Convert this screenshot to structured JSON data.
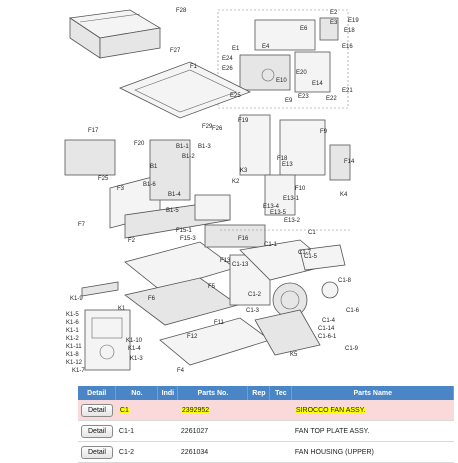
{
  "diagram": {
    "labels": [
      "F27",
      "F1",
      "F17",
      "F20",
      "F29",
      "F25",
      "F3",
      "F7",
      "F2",
      "F26",
      "B1",
      "B1-1",
      "B1-2",
      "B1-3",
      "B1-6",
      "B1-4",
      "B1-5",
      "K2",
      "K3",
      "F19",
      "F18",
      "F9",
      "F14",
      "K4",
      "F10",
      "E13",
      "E13-1",
      "E13-2",
      "E13-4",
      "E13-5",
      "F16",
      "F15-1",
      "F15-3",
      "F13",
      "F6",
      "F5",
      "F11",
      "F12",
      "F4",
      "F28",
      "E2",
      "E3",
      "E19",
      "E18",
      "E16",
      "E1",
      "E25",
      "E20",
      "E4",
      "E6",
      "E26",
      "E24",
      "E10",
      "E14",
      "E21",
      "E23",
      "E9",
      "E22",
      "C1",
      "C1-1",
      "C1-2",
      "C1-3",
      "C1-4",
      "C1-5",
      "C1-6",
      "C1-7",
      "C1-8",
      "C1-13",
      "C1-14",
      "C1-6-1",
      "C1-9",
      "K5",
      "K1",
      "K1-6",
      "K1-5",
      "K1-1",
      "K1-2",
      "K1-9",
      "K1-10",
      "K1-4",
      "K1-11",
      "K1-8",
      "K1-3",
      "K1-12",
      "K1-7"
    ]
  },
  "table": {
    "headers": [
      "Detail",
      "No.",
      "Indi",
      "Parts No.",
      "Rep",
      "Tec",
      "Parts Name"
    ],
    "detail_label": "Detail",
    "rows": [
      {
        "no": "C1",
        "parts_no": "2392952",
        "name": "SIROCCO FAN ASSY.",
        "highlighted": true
      },
      {
        "no": "C1-1",
        "parts_no": "2261027",
        "name": "FAN TOP PLATE ASSY.",
        "highlighted": false
      },
      {
        "no": "C1-2",
        "parts_no": "2261034",
        "name": "FAN HOUSING (UPPER)",
        "highlighted": false
      }
    ]
  },
  "colors": {
    "header": "#4a86c5",
    "highlight_row": "#f9d9d9",
    "highlight_text": "#ffff00"
  }
}
